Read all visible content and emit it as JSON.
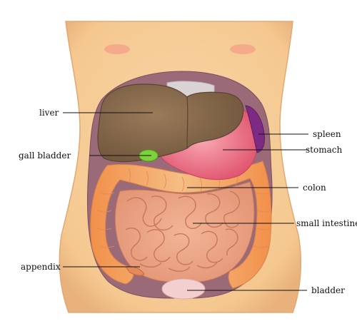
{
  "labels": {
    "liver": "liver",
    "gall_bladder": "gall bladder",
    "appendix": "appendix",
    "spleen": "spleen",
    "stomach": "stomach",
    "colon": "colon",
    "small_intestine": "small intestine",
    "bladder": "bladder"
  },
  "colors": {
    "skin": "#f7cf9c",
    "skin_shadow": "#eab07a",
    "nipple": "#f3a58a",
    "cavity": "#9a6a78",
    "liver": "#8a6b4d",
    "liver_dark": "#6e543b",
    "gall_bladder": "#7bd23a",
    "stomach": "#f07a8c",
    "spleen": "#7d2a82",
    "colon": "#f0b07a",
    "intestine": "#eeaa86",
    "bladder": "#f3d0cf"
  }
}
